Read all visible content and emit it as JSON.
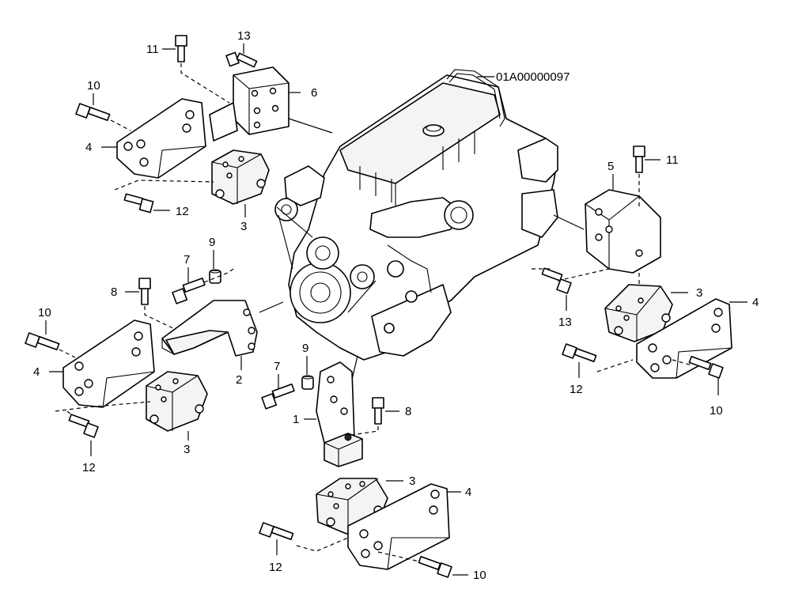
{
  "reference_code": "01A00000097",
  "callouts": {
    "upper_left": {
      "bolt_11": "11",
      "bolt_13": "13",
      "plate_6": "6",
      "bolt_10": "10",
      "bracket_4": "4",
      "mount_3": "3",
      "bolt_12": "12"
    },
    "middle_left": {
      "bolt_7": "7",
      "spacer_9": "9",
      "bolt_8": "8",
      "bracket_2": "2",
      "bolt_10": "10",
      "bracket_4": "4",
      "mount_3": "3",
      "bolt_12": "12"
    },
    "center": {
      "spacer_9": "9",
      "bolt_7": "7",
      "bracket_1": "1",
      "bolt_8": "8"
    },
    "bottom": {
      "mount_3": "3",
      "bracket_4": "4",
      "bolt_12": "12",
      "bolt_10": "10"
    },
    "right": {
      "plate_5": "5",
      "bolt_11": "11",
      "bolt_13": "13",
      "mount_3": "3",
      "bracket_4": "4",
      "bolt_12": "12",
      "bolt_10": "10"
    }
  }
}
